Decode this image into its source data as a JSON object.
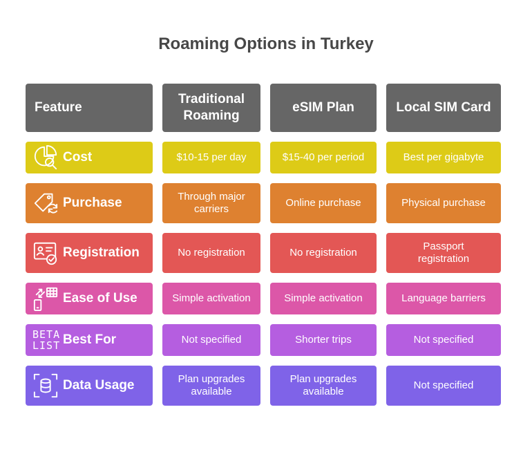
{
  "title": "Roaming Options in Turkey",
  "headers": [
    "Feature",
    "Traditional Roaming",
    "eSIM Plan",
    "Local SIM Card"
  ],
  "rows": [
    {
      "label": "Cost",
      "icon": "pie-chart-magnifier-icon",
      "color": "#DDCB17",
      "cells": [
        "$10-15 per day",
        "$15-40 per period",
        "Best per gigabyte"
      ]
    },
    {
      "label": "Purchase",
      "icon": "price-tag-refresh-icon",
      "color": "#DE8130",
      "cells": [
        "Through major carriers",
        "Online purchase",
        "Physical purchase"
      ]
    },
    {
      "label": "Registration",
      "icon": "id-card-check-icon",
      "color": "#E35755",
      "cells": [
        "No registration",
        "No registration",
        "Passport registration"
      ]
    },
    {
      "label": "Ease of Use",
      "icon": "phone-transfer-icon",
      "color": "#DC57A8",
      "cells": [
        "Simple activation",
        "Simple activation",
        "Language barriers"
      ]
    },
    {
      "label": "Best For",
      "icon": "betalist-logo-icon",
      "icon_text": [
        "BETA",
        "LIST"
      ],
      "color": "#B55EE0",
      "cells": [
        "Not specified",
        "Shorter trips",
        "Not specified"
      ]
    },
    {
      "label": "Data Usage",
      "icon": "database-scan-icon",
      "color": "#7F63E8",
      "cells": [
        "Plan upgrades available",
        "Plan upgrades available",
        "Not specified"
      ]
    }
  ]
}
